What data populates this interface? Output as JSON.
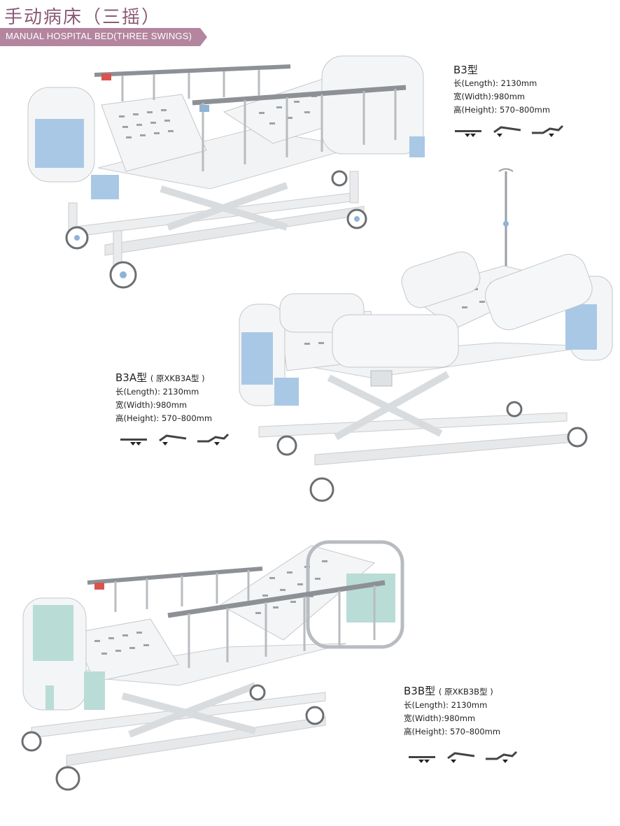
{
  "header": {
    "title_cn": "手动病床（三摇）",
    "title_en": "MANUAL HOSPITAL BED(THREE SWINGS)",
    "accent_color": "#b4859f"
  },
  "models": [
    {
      "name": "B3型",
      "alt": "",
      "specs": [
        "长(Length): 2130mm",
        "宽(Width):980mm",
        "高(Height): 570–800mm"
      ],
      "panel_color": "#a9c8e6",
      "icons": [
        "flat-position-icon",
        "back-raise-icon",
        "knee-raise-icon"
      ]
    },
    {
      "name": "B3A型",
      "alt": "( 原XKB3A型 )",
      "specs": [
        "长(Length): 2130mm",
        "宽(Width):980mm",
        "高(Height): 570–800mm"
      ],
      "panel_color": "#a9c8e6",
      "icons": [
        "flat-position-icon",
        "back-raise-icon",
        "knee-raise-icon"
      ]
    },
    {
      "name": "B3B型",
      "alt": "( 原XKB3B型 )",
      "specs": [
        "长(Length): 2130mm",
        "宽(Width):980mm",
        "高(Height): 570–800mm"
      ],
      "panel_color": "#b9dcd6",
      "icons": [
        "flat-position-icon",
        "back-raise-icon",
        "knee-raise-icon"
      ]
    }
  ]
}
